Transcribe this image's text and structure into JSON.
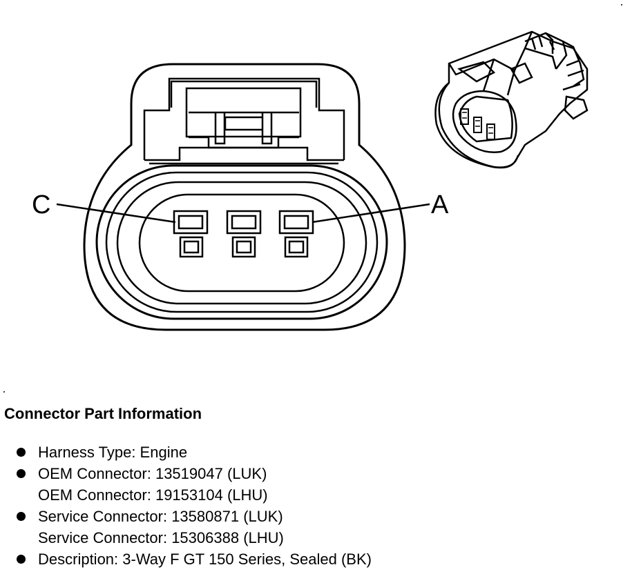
{
  "diagram": {
    "pin_labels": {
      "left": "C",
      "right": "A"
    }
  },
  "connector_info": {
    "heading": "Connector Part Information",
    "items": [
      {
        "lines": [
          "Harness Type: Engine"
        ]
      },
      {
        "lines": [
          "OEM Connector: 13519047 (LUK)",
          "OEM Connector: 19153104 (LHU)"
        ]
      },
      {
        "lines": [
          "Service Connector: 13580871 (LUK)",
          "Service Connector: 15306388 (LHU)"
        ]
      },
      {
        "lines": [
          "Description: 3-Way F GT 150 Series, Sealed (BK)"
        ]
      }
    ]
  }
}
